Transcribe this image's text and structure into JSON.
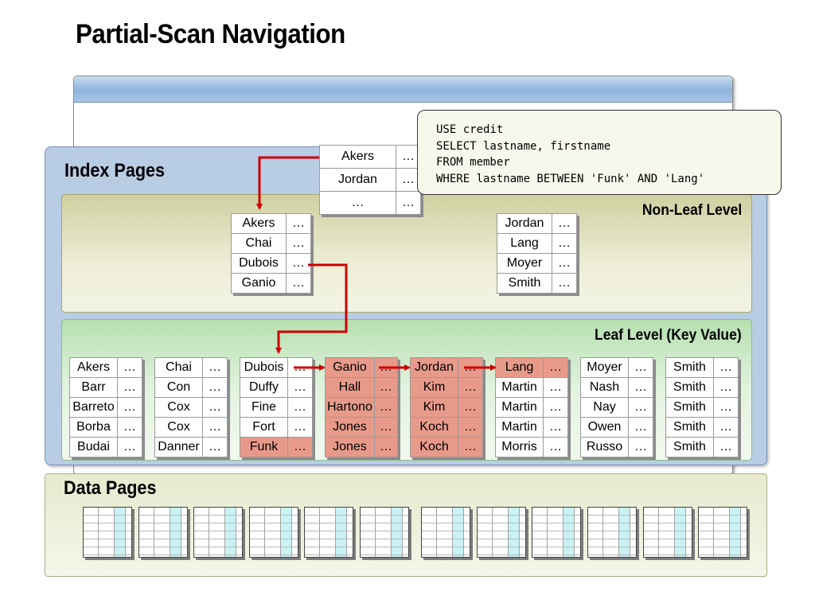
{
  "title": "Partial-Scan Navigation",
  "sections": {
    "index_pages": "Index Pages",
    "non_leaf_level": "Non-Leaf Level",
    "leaf_level": "Leaf Level (Key Value)",
    "data_pages": "Data Pages"
  },
  "sql": [
    "USE credit",
    "SELECT lastname, firstname",
    "FROM member",
    "WHERE lastname BETWEEN 'Funk' AND 'Lang'"
  ],
  "ellipsis": "…",
  "root_page": [
    "Akers",
    "Jordan",
    "…"
  ],
  "nonleaf_pages": [
    [
      "Akers",
      "Chai",
      "Dubois",
      "Ganio"
    ],
    [
      "Jordan",
      "Lang",
      "Moyer",
      "Smith"
    ]
  ],
  "leaf_pages": [
    [
      "Akers",
      "Barr",
      "Barreto",
      "Borba",
      "Budai"
    ],
    [
      "Chai",
      "Con",
      "Cox",
      "Cox",
      "Danner"
    ],
    [
      "Dubois",
      "Duffy",
      "Fine",
      "Fort",
      "Funk"
    ],
    [
      "Ganio",
      "Hall",
      "Hartono",
      "Jones",
      "Jones"
    ],
    [
      "Jordan",
      "Kim",
      "Kim",
      "Koch",
      "Koch"
    ],
    [
      "Lang",
      "Martin",
      "Martin",
      "Martin",
      "Morris"
    ],
    [
      "Moyer",
      "Nash",
      "Nay",
      "Owen",
      "Russo"
    ],
    [
      "Smith",
      "Smith",
      "Smith",
      "Smith",
      "Smith"
    ]
  ],
  "highlight_color": "#e89a8a",
  "arrow_color": "#cc0000"
}
